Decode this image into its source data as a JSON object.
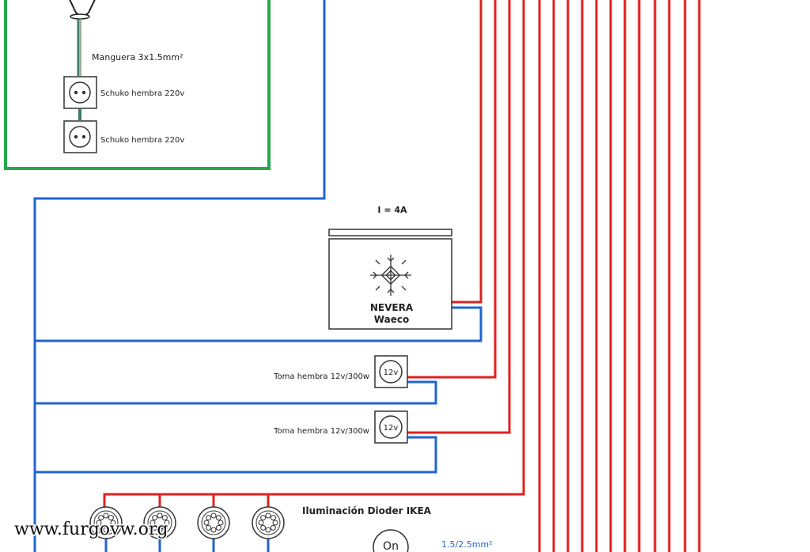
{
  "diagram": {
    "cable_label": "Manguera 3x1.5mm²",
    "schuko_labels": [
      "Schuko hembra 220v",
      "Schuko hembra 220v"
    ],
    "fridge": {
      "current_label": "I = 4A",
      "name_line1": "NEVERA",
      "name_line2": "Waeco",
      "icon": "snowflake-icon"
    },
    "socket12v": {
      "labels": [
        "Toma hembra 12v/300w",
        "Toma hembra 12v/300w"
      ],
      "badge": "12v"
    },
    "lighting_label": "Iluminación Dioder IKEA",
    "switch_label": "On",
    "wire_gauge_label": "1.5/2.5mm²",
    "watermark": "www.furgovw.org",
    "colors": {
      "positive_wire": "#e02020",
      "negative_wire": "#1e66d0",
      "enclosure": "#22a94a"
    }
  }
}
